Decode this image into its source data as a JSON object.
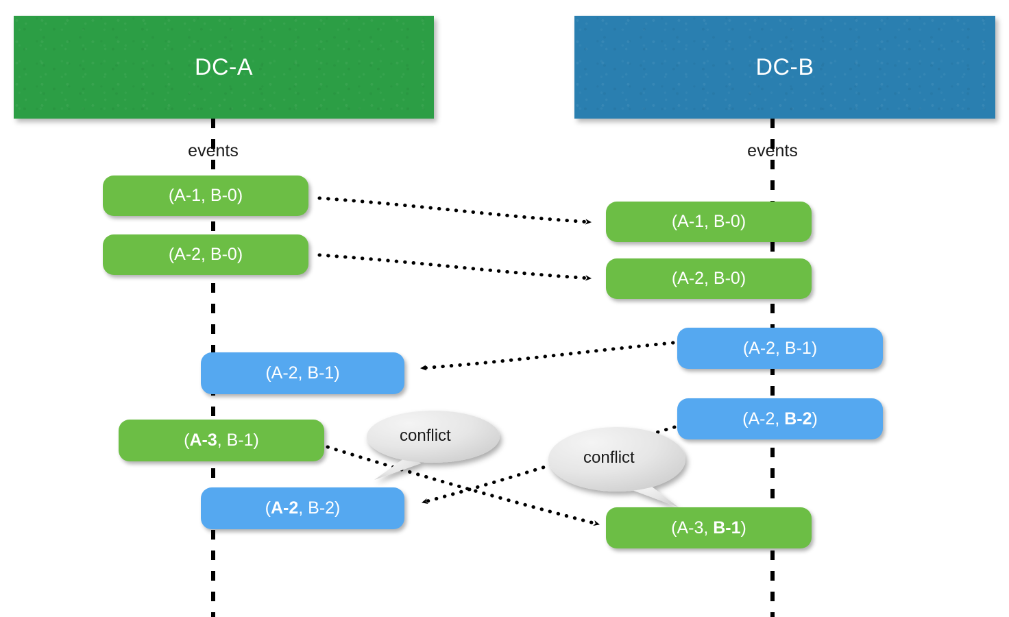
{
  "diagram": {
    "title_left": "DC-A",
    "title_right": "DC-B",
    "events_label_left": "events",
    "events_label_right": "events",
    "conflict_label_left": "conflict",
    "conflict_label_right": "conflict",
    "colors": {
      "dc_a_banner": "#2c9e45",
      "dc_b_banner": "#2a7fb0",
      "pill_green": "#6cbe45",
      "pill_blue": "#55a8f0",
      "bubble_gray": "#e2e2e2",
      "wire": "#000000",
      "background": "#ffffff"
    }
  },
  "left_column": {
    "name": "DC-A",
    "events": [
      {
        "id": "a-e1",
        "text": "(A-1, B-0)",
        "origin": "local",
        "color": "green",
        "bold": ""
      },
      {
        "id": "a-e2",
        "text": "(A-2, B-0)",
        "origin": "local",
        "color": "green",
        "bold": ""
      },
      {
        "id": "a-e3",
        "text": "(A-2, B-1)",
        "origin": "remote",
        "color": "blue",
        "bold": ""
      },
      {
        "id": "a-e4",
        "pre": "(",
        "bold": "A-3",
        "post": ", B-1)",
        "text": "(A-3, B-1)",
        "origin": "local",
        "color": "green"
      },
      {
        "id": "a-e5",
        "pre": "(",
        "bold": "A-2",
        "post": ", B-2)",
        "text": "(A-2, B-2)",
        "origin": "remote",
        "color": "blue"
      }
    ]
  },
  "right_column": {
    "name": "DC-B",
    "events": [
      {
        "id": "b-e1",
        "text": "(A-1, B-0)",
        "origin": "remote",
        "color": "green",
        "bold": ""
      },
      {
        "id": "b-e2",
        "text": "(A-2, B-0)",
        "origin": "remote",
        "color": "green",
        "bold": ""
      },
      {
        "id": "b-e3",
        "text": "(A-2, B-1)",
        "origin": "local",
        "color": "blue",
        "bold": ""
      },
      {
        "id": "b-e4",
        "pre": "(A-2, ",
        "bold": "B-2",
        "post": ")",
        "text": "(A-2, B-2)",
        "origin": "local",
        "color": "blue"
      },
      {
        "id": "b-e5",
        "pre": "(A-3, ",
        "bold": "B-1",
        "post": ")",
        "text": "(A-3, B-1)",
        "origin": "remote",
        "color": "green"
      }
    ]
  },
  "replication_arrows": [
    {
      "from": "a-e1",
      "to": "b-e1",
      "direction": "left-to-right"
    },
    {
      "from": "a-e2",
      "to": "b-e2",
      "direction": "left-to-right"
    },
    {
      "from": "b-e3",
      "to": "a-e3",
      "direction": "right-to-left"
    },
    {
      "from": "a-e4",
      "to": "b-e5",
      "direction": "left-to-right"
    },
    {
      "from": "b-e4",
      "to": "a-e5",
      "direction": "right-to-left"
    }
  ]
}
